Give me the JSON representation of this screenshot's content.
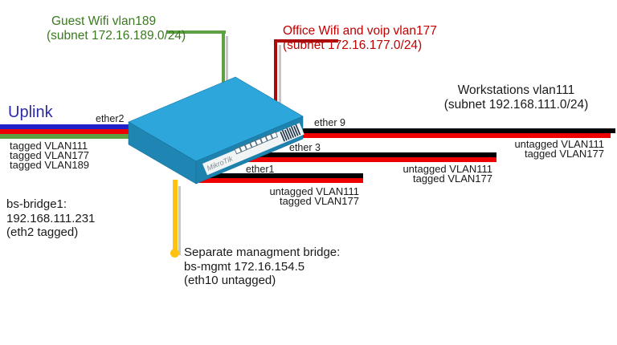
{
  "guest_wifi": {
    "name": "Guest Wifi vlan189",
    "subnet": "(subnet 172.16.189.0/24)"
  },
  "office_wifi": {
    "name": "Office Wifi and voip vlan177",
    "subnet": "(subnet 172.16.177.0/24)"
  },
  "workstations": {
    "name": "Workstations vlan111",
    "subnet": "(subnet 192.168.111.0/24)"
  },
  "uplink": {
    "title": "Uplink",
    "port": "ether2",
    "vlans": [
      "tagged VLAN111",
      "tagged VLAN177",
      "tagged VLAN189"
    ]
  },
  "bridge1": {
    "lines": [
      "bs-bridge1:",
      "192.168.111.231",
      "(eth2 tagged)"
    ]
  },
  "mgmt": {
    "lines": [
      "Separate managment bridge:",
      "bs-mgmt 172.16.154.5",
      "(eth10 untagged)"
    ]
  },
  "ether9": {
    "port": "ether 9",
    "vlans": [
      "untagged VLAN111",
      "tagged VLAN177"
    ]
  },
  "ether3": {
    "port": "ether 3",
    "vlans": [
      "untagged VLAN111",
      "tagged VLAN177"
    ]
  },
  "ether1": {
    "port": "ether1",
    "vlans": [
      "untagged VLAN111",
      "tagged VLAN177"
    ]
  },
  "device": {
    "brand": "MikroTik"
  },
  "colors": {
    "guest_green_text": "#3A7A1E",
    "guest_green_line": "#5FA042",
    "office_red_text": "#C00000",
    "office_red_line": "#AA0A0A",
    "vlan177_red_line": "#EE0000",
    "vlan111_black_line": "#000000",
    "uplink_blue_line": "#2121C8",
    "uplink_text": "#2B2BA6",
    "mgmt_yellow_line": "#FFC20E",
    "device_body_blue": "#2DA6DB"
  }
}
